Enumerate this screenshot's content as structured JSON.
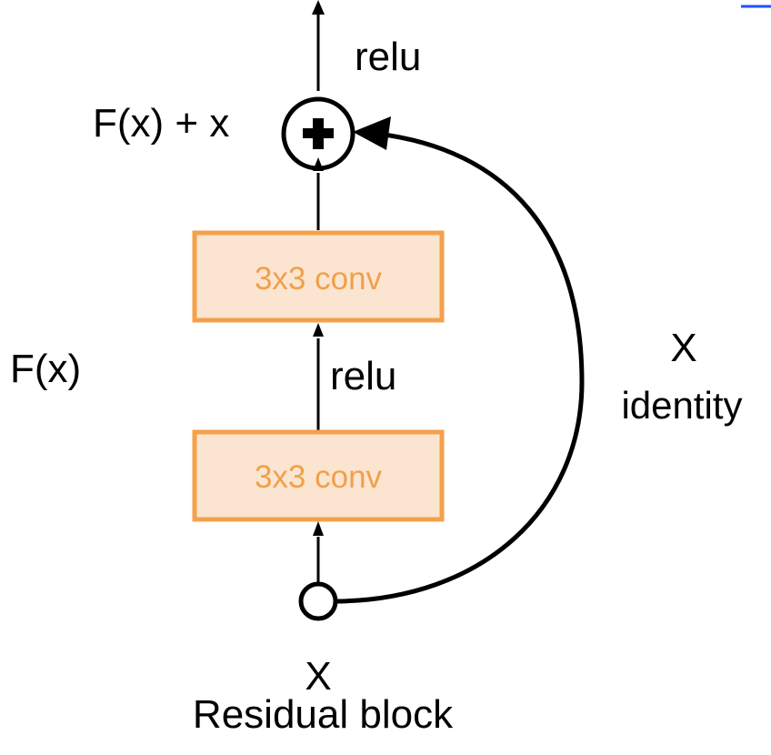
{
  "diagram": {
    "top_relu": "relu",
    "sum_label": "F(x) + x",
    "fx_label": "F(x)",
    "mid_relu": "relu",
    "conv_top": "3x3 conv",
    "conv_bottom": "3x3 conv",
    "identity_x": "X",
    "identity_label": "identity",
    "input_x": "X",
    "caption": "Residual block",
    "plus_symbol": "+"
  },
  "colors": {
    "conv_fill": "#fbe5d0",
    "conv_stroke": "#f4a14a",
    "conv_text": "#f0a04b",
    "line": "#000000",
    "corner_mark": "#1f4fff"
  }
}
